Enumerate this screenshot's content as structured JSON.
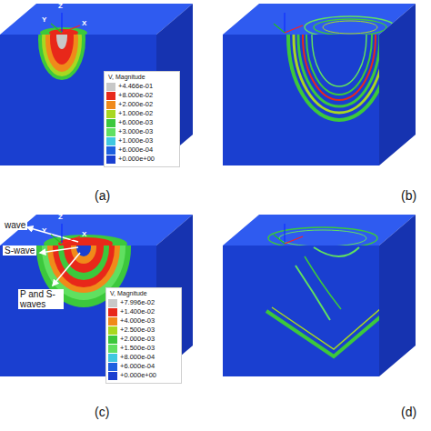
{
  "diagram": {
    "labels": [
      "Z",
      "Y",
      "X",
      "(a)",
      "V, Magnitude",
      "(b)",
      "Z",
      "Y",
      "X",
      "wave",
      "S-wave",
      "P and S-waves",
      "V, Magnitude",
      "(c)",
      "(d)"
    ],
    "legend": [
      {
        "text": "+4.466e-01",
        "color": "#c8c8c8"
      },
      {
        "text": "+8.000e-02",
        "color": "#e8281a"
      },
      {
        "text": "+2.000e-02",
        "color": "#f08a1a"
      },
      {
        "text": "+1.000e-02",
        "color": "#a8d820"
      },
      {
        "text": "+6.000e-03",
        "color": "#3cc83c"
      },
      {
        "text": "+3.000e-03",
        "color": "#60e060"
      },
      {
        "text": "+1.000e-03",
        "color": "#40c8e0"
      },
      {
        "text": "+6.000e-04",
        "color": "#1e60e0"
      },
      {
        "text": "+0.000e+00",
        "color": "#1a3fd0"
      },
      {
        "text": "+7.996e-02",
        "color": "#c8c8c8"
      },
      {
        "text": "+1.400e-02",
        "color": "#e8281a"
      },
      {
        "text": "+4.000e-03",
        "color": "#f08a1a"
      },
      {
        "text": "+2.500e-03",
        "color": "#a8d820"
      },
      {
        "text": "+2.000e-03",
        "color": "#3cc83c"
      },
      {
        "text": "+1.500e-03",
        "color": "#60e060"
      },
      {
        "text": "+8.000e-04",
        "color": "#40c8e0"
      },
      {
        "text": "+6.000e-04",
        "color": "#1e60e0"
      },
      {
        "text": "+0.000e+00",
        "color": "#1a3fd0"
      }
    ]
  }
}
